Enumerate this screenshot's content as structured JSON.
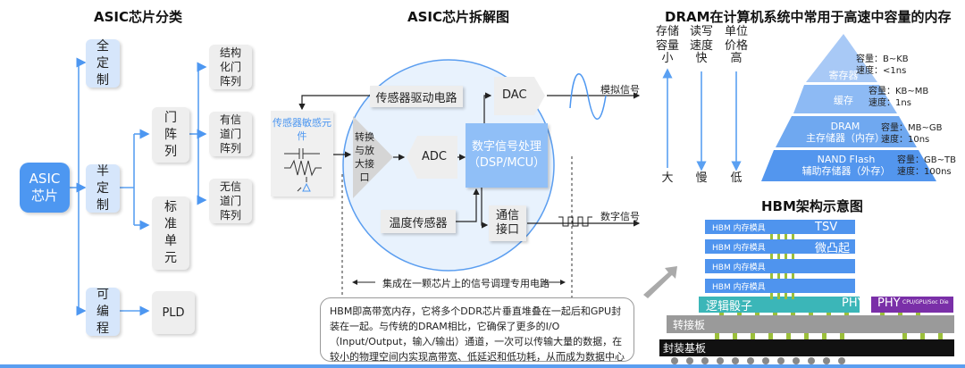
{
  "asic_classification": {
    "title": "ASIC芯片分类",
    "root": "ASIC芯片",
    "level1": [
      "全定制",
      "半定制",
      "可编程"
    ],
    "semi_custom_children": [
      "门阵列",
      "标准单元"
    ],
    "gate_array_children": [
      "结构化门阵列",
      "有信道门阵列",
      "无信道门阵列"
    ],
    "programmable_children": [
      "PLD"
    ]
  },
  "asic_breakdown": {
    "title": "ASIC芯片拆解图",
    "sensor_element": "传感器敏感元件",
    "sensor_driver": "传感器驱动电路",
    "amp_interface": "转换与放大接口",
    "adc": "ADC",
    "dac": "DAC",
    "dsp": "数字信号处理（DSP/MCU）",
    "temp_sensor": "温度传感器",
    "comm_interface": "通信接口",
    "analog_signal": "模拟信号",
    "digital_signal": "数字信号",
    "integration_label": "集成在一颗芯片上的信号调理专用电路"
  },
  "hbm_note": "HBM即高带宽内存，它将多个DDR芯片垂直堆叠在一起后和GPU封装在一起。与传统的DRAM相比，它确保了更多的I/O（Input/Output，输入/输出）通道，一次可以传输大量的数据，在较小的物理空间内实现高带宽、低延迟和低功耗，从而成为数据中心等应用场景的新一代内存解决方案。",
  "dram_hierarchy": {
    "title": "DRAM在计算机系统中常用于高速中容量的内存",
    "columns": [
      {
        "header": "存储容量",
        "top": "小",
        "bottom": "大",
        "direction": "up"
      },
      {
        "header": "读写速度",
        "top": "快",
        "bottom": "慢",
        "direction": "down"
      },
      {
        "header": "单位价格",
        "top": "高",
        "bottom": "低",
        "direction": "down"
      }
    ],
    "levels": [
      {
        "name": "寄存器",
        "capacity": "容量：B~KB",
        "speed": "速度：<1ns"
      },
      {
        "name": "缓存",
        "capacity": "容量：KB~MB",
        "speed": "速度：1ns"
      },
      {
        "name": "DRAM\n主存储器（内存）",
        "line1": "DRAM",
        "line2": "主存储器（内存）",
        "capacity": "容量：MB~GB",
        "speed": "速度：10ns"
      },
      {
        "name": "NAND Flash\n辅助存储器（外存）",
        "line1": "NAND Flash",
        "line2": "辅助存储器（外存）",
        "capacity": "容量：GB~TB",
        "speed": "速度：100ns"
      }
    ]
  },
  "hbm_architecture": {
    "title": "HBM架构示意图",
    "memory_layers": [
      "HBM 内存模具",
      "HBM 内存模具",
      "HBM 内存模具",
      "HBM 内存模具"
    ],
    "tsv_label": "TSV",
    "bump_label": "微凸起",
    "logic_die": "逻辑骰子",
    "phy_left": "PHY",
    "phy_right": "PHY",
    "soc_label": "CPU/GPU/Soc Die",
    "interposer": "转接板",
    "substrate": "封装基板"
  },
  "colors": {
    "accent_blue": "#4d97f1",
    "light_blue": "#d6e6fb",
    "dsp_blue": "#90bff7",
    "circle_fill": "#e8f2fd",
    "hbm_layer": "#4f94ee",
    "logic_teal": "#3bb6b8",
    "soc_purple": "#7a2fa8",
    "interposer_gray": "#9a9a9a",
    "substrate_black": "#111111"
  }
}
